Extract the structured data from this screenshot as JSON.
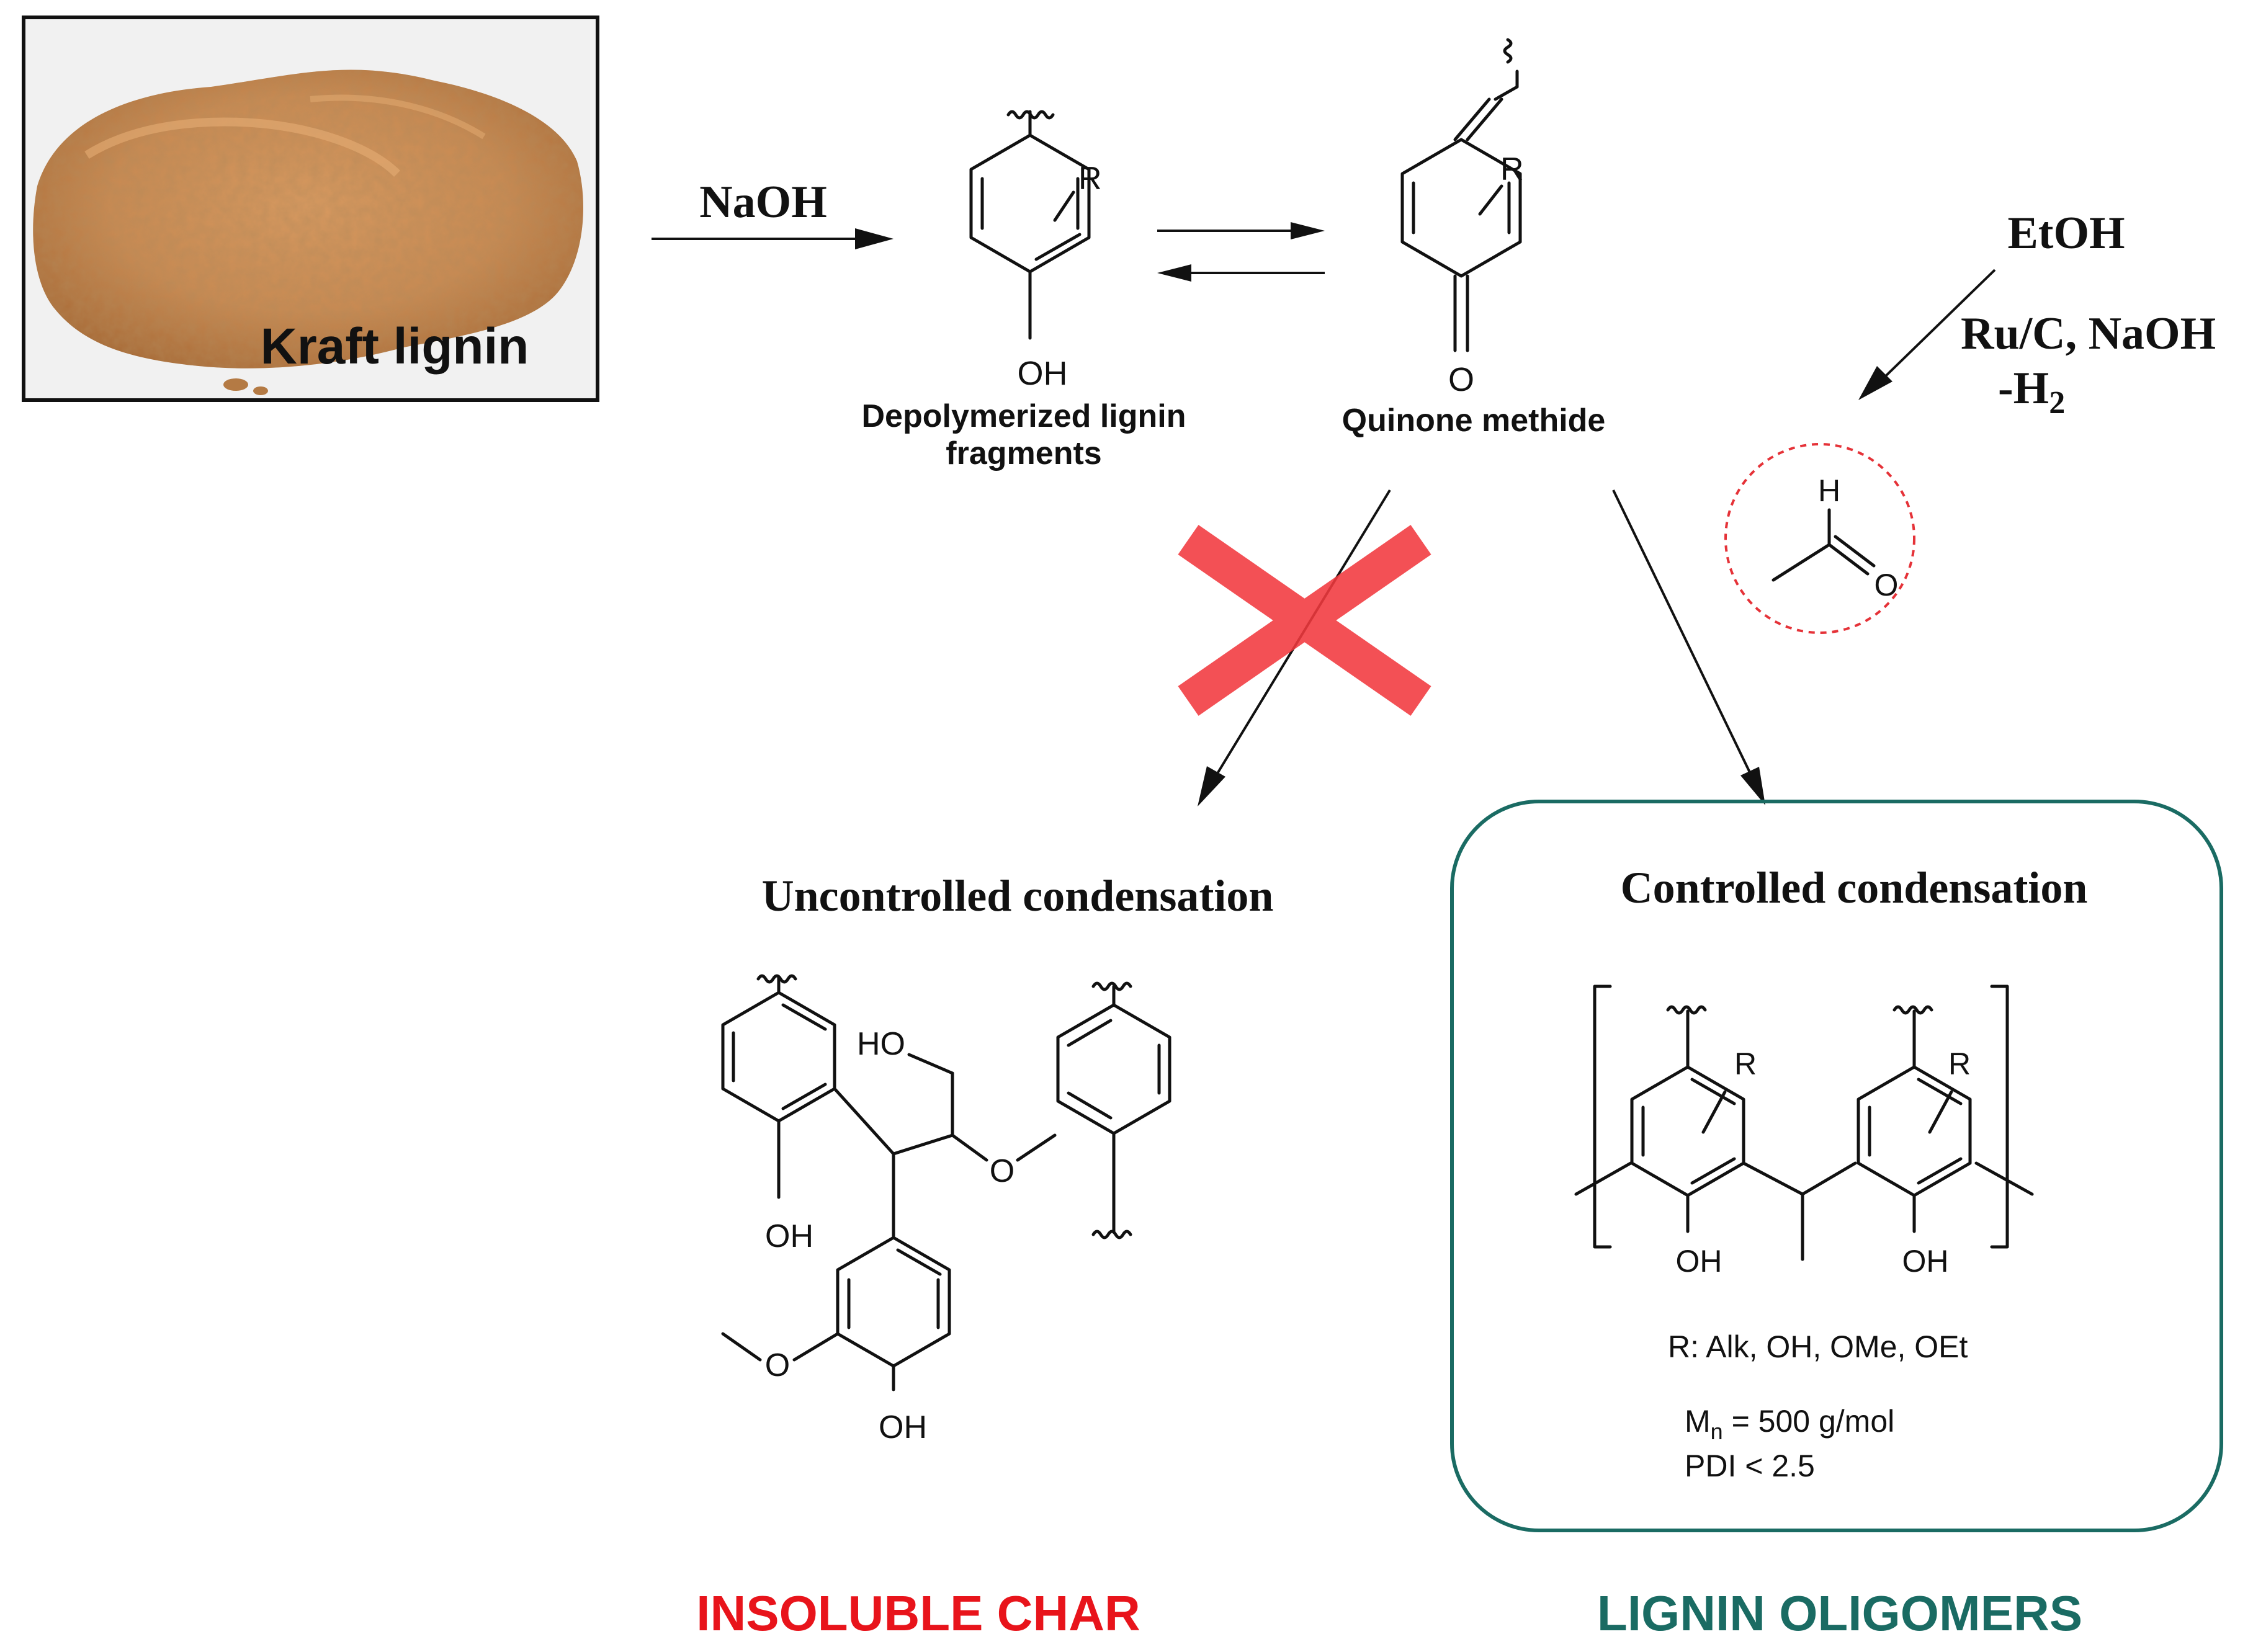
{
  "photo": {
    "label": "Kraft lignin"
  },
  "reagents": {
    "naoh": "NaOH",
    "etoh": "EtOH",
    "catalyst_line1": "Ru/C, NaOH",
    "catalyst_line2_prefix": "-H",
    "catalyst_line2_sub": "2"
  },
  "compounds": {
    "fragment_label_1": "Depolymerized lignin",
    "fragment_label_2": "fragments",
    "quinone_label": "Quinone methide",
    "atom_R": "R",
    "atom_OH": "OH",
    "atom_O": "O",
    "atom_H": "H",
    "atom_HO": "HO"
  },
  "pathways": {
    "uncontrolled_title": "Uncontrolled condensation",
    "controlled_title": "Controlled condensation",
    "r_groups": "R: Alk, OH, OMe, OEt",
    "mn_prefix": "M",
    "mn_sub": "n",
    "mn_value": " = 500 g/mol",
    "pdi": "PDI < 2.5"
  },
  "outcomes": {
    "insoluble": "INSOLUBLE CHAR",
    "oligomers": "LIGNIN OLIGOMERS"
  },
  "colors": {
    "cross": "#f2393e",
    "insoluble": "#e8141b",
    "oligomers": "#1a6b63",
    "box_border": "#1a6b63",
    "dashed_circle": "#e53238",
    "powder": "#c98a52"
  },
  "icons": [
    "red-cross-icon",
    "dashed-circle-highlight"
  ]
}
